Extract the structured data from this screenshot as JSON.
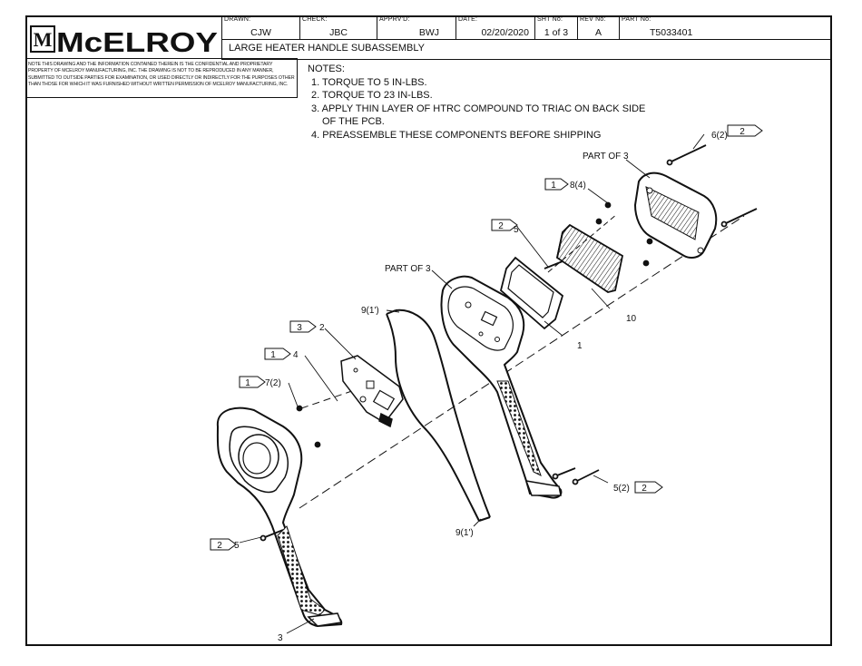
{
  "company": {
    "logo_mark": "M",
    "name": "McELROY"
  },
  "title_block": {
    "drawn_label": "DRAWN:",
    "drawn": "CJW",
    "check_label": "CHECK:",
    "check": "JBC",
    "apprvd_label": "APPRV'D:",
    "apprvd": "BWJ",
    "date_label": "DATE:",
    "date": "02/20/2020",
    "sht_label": "SHT No:",
    "sht": "1 of 3",
    "rev_label": "REV No:",
    "rev": "A",
    "part_label": "PART No:",
    "part": "T5033401",
    "title": "LARGE HEATER HANDLE SUBASSEMBLY"
  },
  "disclaimer": "NOTE THIS DRAWING AND THE INFORMATION CONTAINED THEREIN IS THE CONFIDENTIAL AND PROPRIETARY PROPERTY OF McElroy Manufacturing, Inc. THE DRAWING IS NOT TO BE REPRODUCED IN ANY MANNER, SUBMITTED TO OUTSIDE PARTIES FOR EXAMINATION, OR USED DIRECTLY OR INDIRECTLY FOR THE PURPOSES OTHER THAN THOSE FOR WHICH IT WAS FURNISHED WITHOUT WRITTEN PERMISSION OF McElroy Manufacturing, Inc.",
  "notes": {
    "heading": "NOTES:",
    "items": [
      "1. TORQUE TO 5 IN-LBS.",
      "2. TORQUE TO 23 IN-LBS.",
      "3. APPLY THIN LAYER OF HTRC COMPOUND TO TRIAC ON BACK SIDE",
      "    OF THE PCB.",
      "4. PREASSEMBLE THESE COMPONENTS BEFORE SHIPPING"
    ]
  },
  "callouts": {
    "c6": "6(2)",
    "c6_flag": "2",
    "part_of_3_top": "PART OF 3",
    "c8": "8(4)",
    "c8_flag": "1",
    "c5_top": "5",
    "c5_top_flag": "2",
    "part_of_3_mid": "PART OF 3",
    "c10": "10",
    "c1": "1",
    "c9_top": "9(1')",
    "c2": "2",
    "c2_flag": "3",
    "c4": "4",
    "c4_flag": "1",
    "c7": "7(2)",
    "c7_flag": "1",
    "c5_right": "5(2)",
    "c5_right_flag": "2",
    "c9_bottom": "9(1')",
    "c5_left": "5",
    "c5_left_flag": "2",
    "c3": "3"
  }
}
